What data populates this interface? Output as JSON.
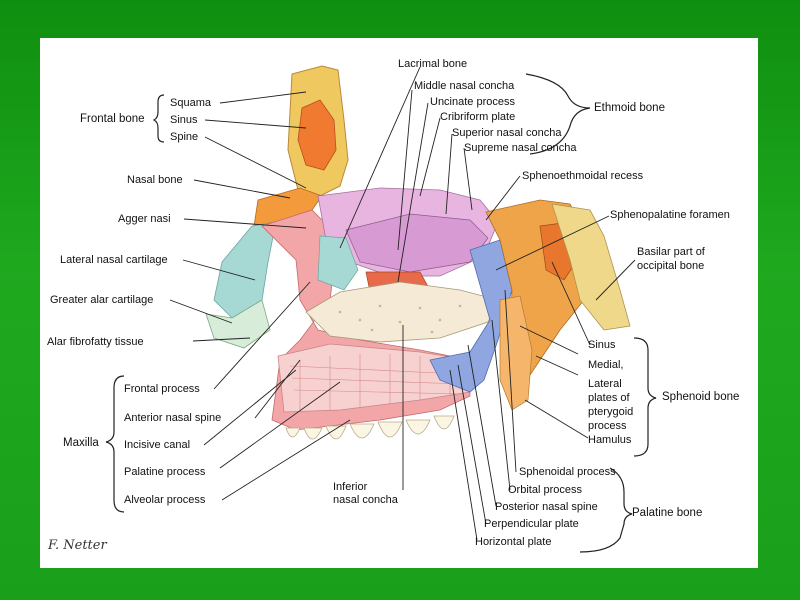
{
  "labels": {
    "frontal_bone": "Frontal bone",
    "squama": "Squama",
    "sinus": "Sinus",
    "spine": "Spine",
    "nasal_bone": "Nasal bone",
    "agger_nasi": "Agger nasi",
    "lateral_nasal_cartilage": "Lateral nasal cartilage",
    "greater_alar_cartilage": "Greater alar cartilage",
    "alar_fibrofatty_tissue": "Alar fibrofatty tissue",
    "maxilla": "Maxilla",
    "frontal_process": "Frontal process",
    "anterior_nasal_spine": "Anterior nasal spine",
    "incisive_canal": "Incisive canal",
    "palatine_process": "Palatine process",
    "alveolar_process": "Alveolar process",
    "inferior_nasal_concha_1": "Inferior",
    "inferior_nasal_concha_2": "nasal concha",
    "lacrimal_bone": "Lacrimal bone",
    "middle_nasal_concha": "Middle nasal concha",
    "uncinate_process": "Uncinate process",
    "cribriform_plate": "Cribriform plate",
    "superior_nasal_concha": "Superior nasal concha",
    "supreme_nasal_concha": "Supreme nasal concha",
    "ethmoid_bone": "Ethmoid bone",
    "sphenoethmoidal_recess": "Sphenoethmoidal recess",
    "sphenopalatine_foramen": "Sphenopalatine foramen",
    "basilar_part_1": "Basilar part of",
    "basilar_part_2": "occipital bone",
    "sphenoid_sinus": "Sinus",
    "medial": "Medial,",
    "lateral": "Lateral",
    "plates_of": "plates of",
    "pterygoid": "pterygoid",
    "process": "process",
    "hamulus": "Hamulus",
    "sphenoid_bone": "Sphenoid bone",
    "sphenoidal_process": "Sphenoidal process",
    "orbital_process": "Orbital process",
    "posterior_nasal_spine": "Posterior nasal spine",
    "perpendicular_plate": "Perpendicular plate",
    "horizontal_plate": "Horizontal plate",
    "palatine_bone": "Palatine bone"
  },
  "signature": "F. Netter",
  "colors": {
    "background_green": "#1aa11a",
    "panel": "#ffffff",
    "frontal_bone": "#f0c860",
    "frontal_sinus": "#f07a30",
    "nasal_bone": "#f29a3c",
    "ethmoid_pink": "#e8b5e0",
    "maxilla_pink": "#f3a6a8",
    "sphenoid_orange": "#f0a44a",
    "palatine_blue": "#8fa6e0",
    "cartilage_teal": "#a6d8d4",
    "inferior_concha": "#f4ead6"
  }
}
